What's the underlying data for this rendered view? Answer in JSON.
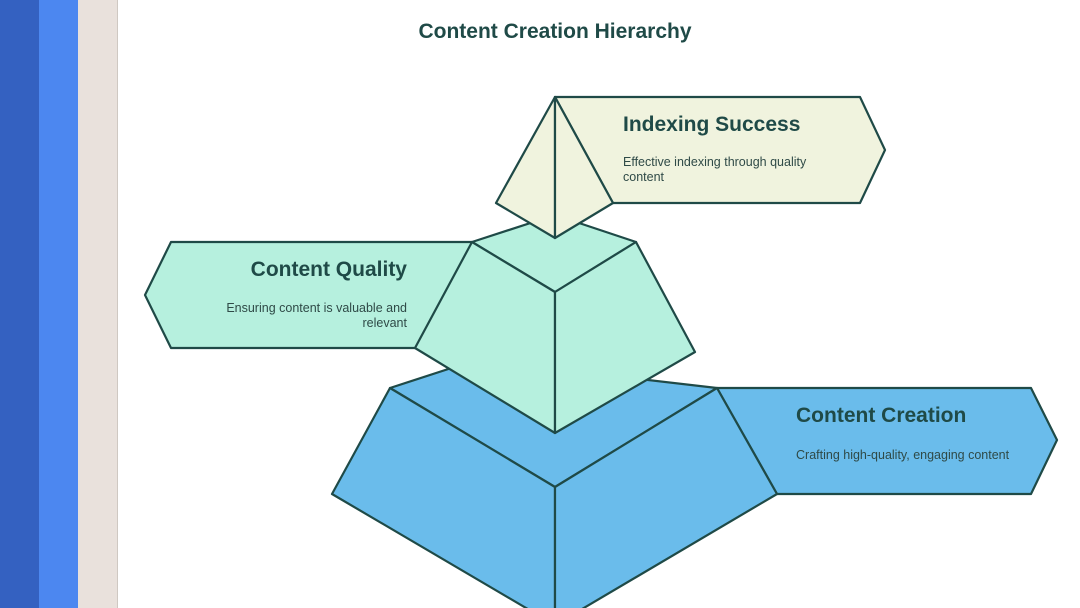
{
  "diagram": {
    "title": "Content Creation Hierarchy",
    "levels": [
      {
        "key": "top",
        "title": "Indexing Success",
        "description_lines": [
          "Effective indexing through quality",
          "content"
        ],
        "color": "#f0f3de"
      },
      {
        "key": "middle",
        "title": "Content Quality",
        "description_lines": [
          "Ensuring content is valuable and",
          "relevant"
        ],
        "color": "#b6f0de"
      },
      {
        "key": "bottom",
        "title": "Content Creation",
        "description_lines": [
          "Crafting high-quality, engaging content"
        ],
        "color": "#6abceb"
      }
    ],
    "colors": {
      "outline": "#1f4a47",
      "title_text": "#1f4a47",
      "sidebar_stripes": [
        "#3461c1",
        "#4c87f0",
        "#e9e1dc"
      ]
    }
  }
}
